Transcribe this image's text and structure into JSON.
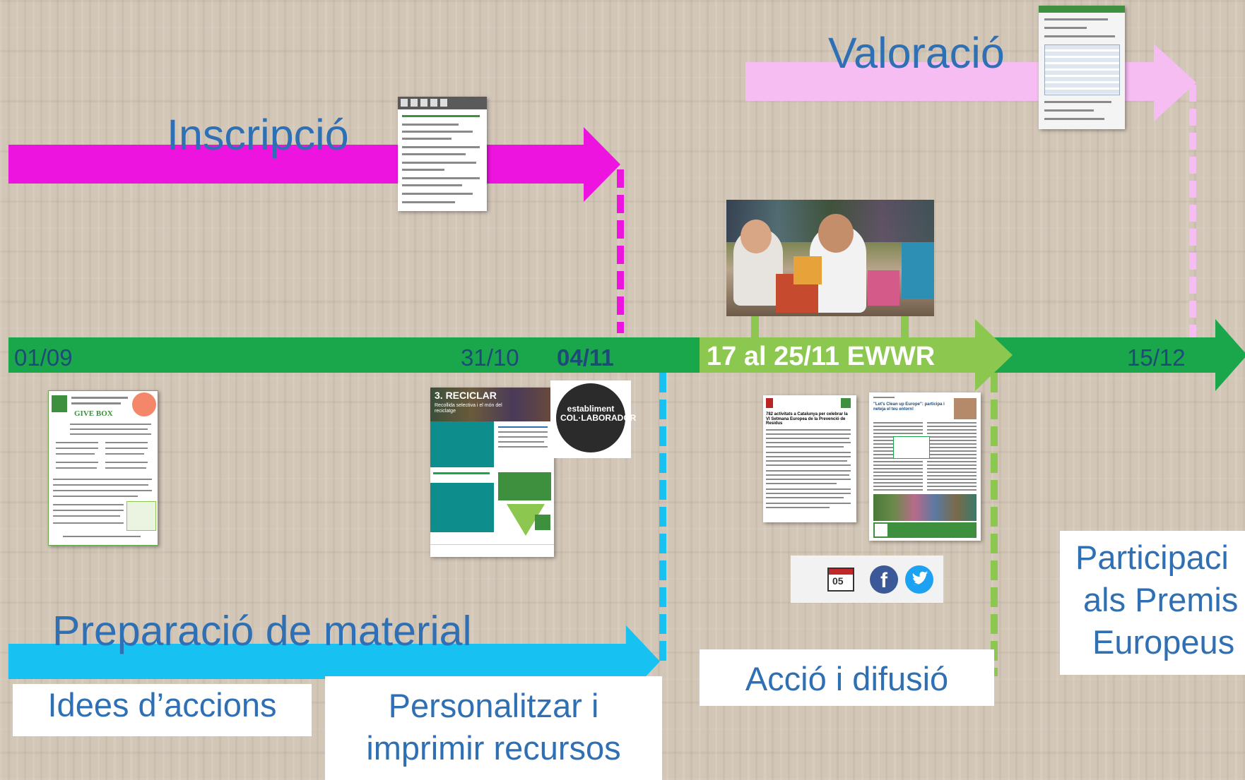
{
  "timeline": {
    "dates": [
      "01/09",
      "31/10",
      "04/11",
      "15/12"
    ],
    "event_label": "17 al 25/11 EWWR"
  },
  "phases": {
    "inscripcio": "Inscripció",
    "valoracio": "Valoració",
    "preparacio": "Preparació de material"
  },
  "boxes": {
    "idees": "Idees d’accions",
    "personalitzar_1": "Personalitzar i",
    "personalitzar_2": "imprimir recursos",
    "accio": "Acció i difusió",
    "participacio_1": "Participaci",
    "participacio_2": "als Premis",
    "participacio_3": "Europeus"
  },
  "thumbnails": {
    "give_box_title": "GIVE BOX",
    "reciclar_title": "3. RECICLAR",
    "reciclar_subtitle": "Recollida selectiva i el món del reciclatge",
    "establiment": "establiment COL·LABORADOR",
    "article_title": "782 activitats a Catalunya per celebrar la VI Setmana Europea de la Prevenció de Residus",
    "clean_up": "\"Let's Clean up Europe\": participa i neteja el teu entorn!",
    "calendar_day": "05"
  },
  "colors": {
    "timeline_green": "#1aa64a",
    "event_green": "#8cc74f",
    "magenta": "#ee14e0",
    "pink": "#f6bdf2",
    "cyan": "#17c1f2",
    "text_blue": "#2f70b5",
    "date_navy": "#1d4a78"
  },
  "icons": [
    "calendar-icon",
    "facebook-icon",
    "twitter-icon"
  ]
}
